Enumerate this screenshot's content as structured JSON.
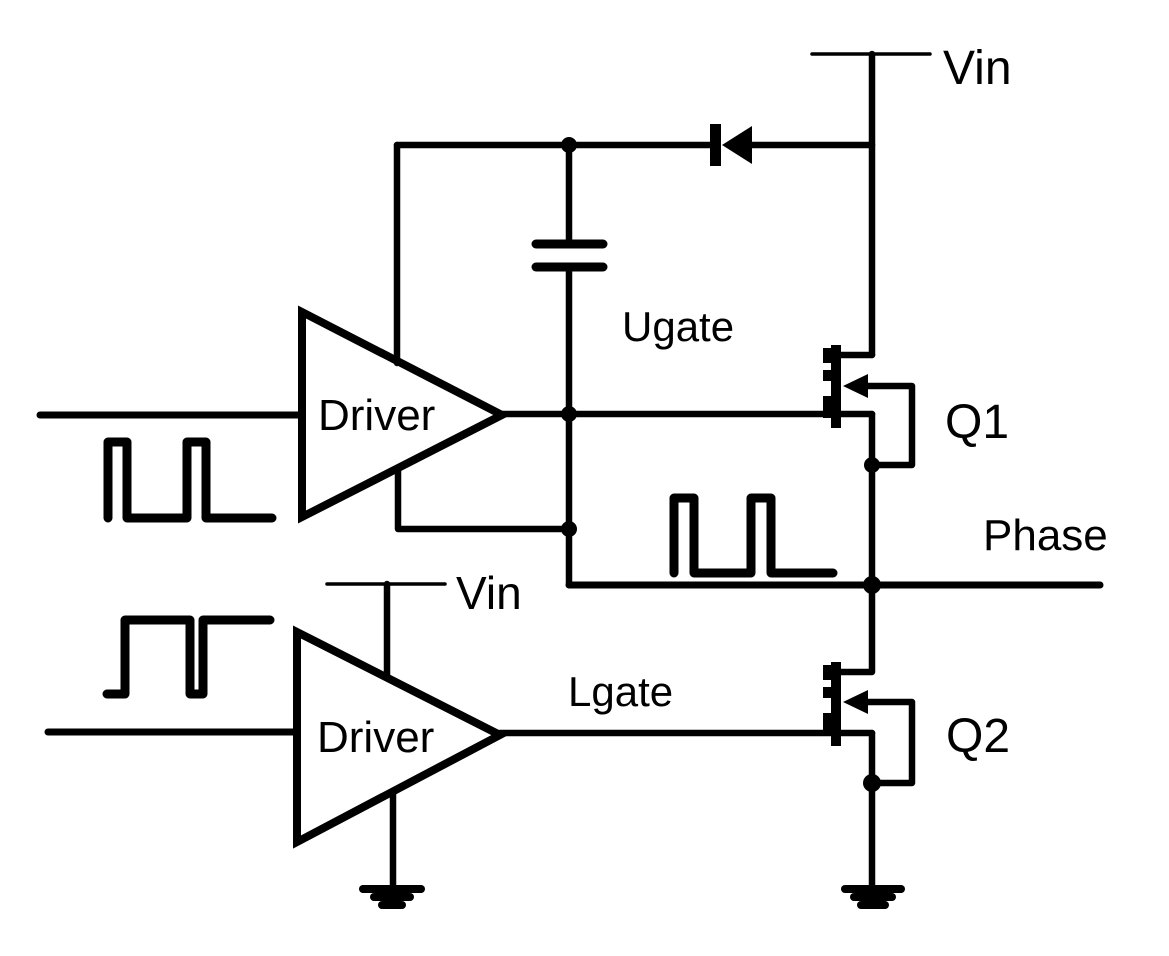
{
  "title": "Half-bridge gate driver schematic",
  "colors": {
    "line": "#000000",
    "background": "#ffffff"
  },
  "labels": {
    "vin_top": "Vin",
    "vin_bottom": "Vin",
    "ugate": "Ugate",
    "lgate": "Lgate",
    "phase": "Phase",
    "q1": "Q1",
    "q2": "Q2",
    "driver_upper": "Driver",
    "driver_lower": "Driver"
  },
  "symbols": {
    "upper_driver": "driver amplifier triangle",
    "lower_driver": "driver amplifier triangle",
    "bootstrap_diode": "diode (cathode toward bootstrap node)",
    "bootstrap_capacitor": "capacitor",
    "q1": "high-side N-MOSFET",
    "q2": "low-side N-MOSFET",
    "input_pulse_upper": "PWM pulse waveform (mostly low, two narrow highs)",
    "input_pulse_lower": "PWM pulse waveform (mostly high, narrow low notch)",
    "phase_pulse": "PWM pulse waveform (mostly low, two narrow highs)",
    "ground_driver": "ground symbol",
    "ground_q2": "ground symbol"
  }
}
